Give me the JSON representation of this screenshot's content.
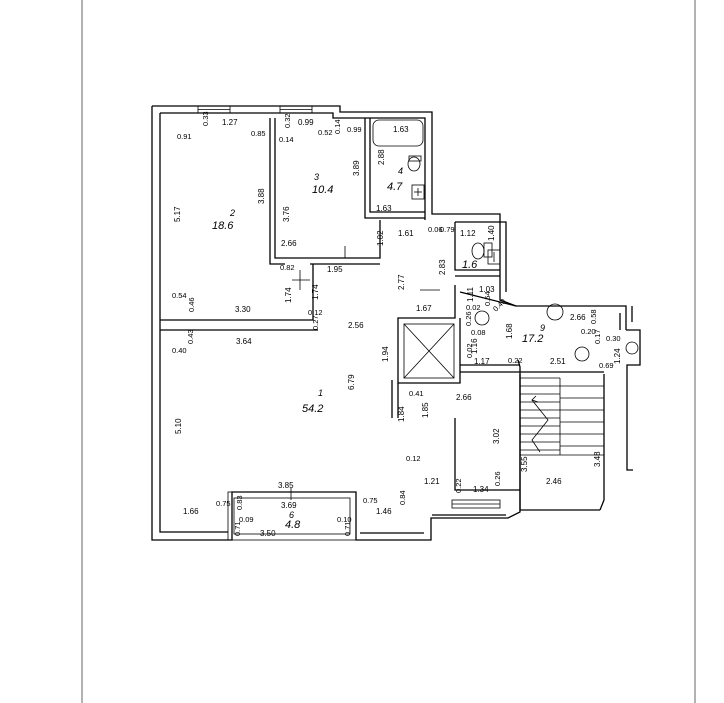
{
  "colors": {
    "background": "#ffffff",
    "line": "#000000",
    "frame": "#666666"
  },
  "rooms": [
    {
      "id": "room-2",
      "number": "2",
      "area": "18.6"
    },
    {
      "id": "room-3",
      "number": "3",
      "area": "10.4"
    },
    {
      "id": "room-4",
      "number": "4",
      "area": "4.7"
    },
    {
      "id": "room-5",
      "number": "",
      "area": "1.6"
    },
    {
      "id": "room-9",
      "number": "9",
      "area": "17.2"
    },
    {
      "id": "room-1",
      "number": "1",
      "area": "54.2"
    },
    {
      "id": "room-6",
      "number": "6",
      "area": "4.8"
    }
  ],
  "dimensions": [
    "0.91",
    "0.33",
    "1.27",
    "0.85",
    "0.32",
    "0.99",
    "0.14",
    "0.52",
    "0.14",
    "0.99",
    "1.63",
    "5.17",
    "3.88",
    "3.76",
    "3.89",
    "2.88",
    "2.66",
    "1.63",
    "1.02",
    "1.61",
    "0.06",
    "0.79",
    "1.12",
    "1.40",
    "0.82",
    "1.95",
    "2.77",
    "2.83",
    "1.03",
    "1.11",
    "0.54",
    "0.02",
    "0.43",
    "2.66",
    "0.58",
    "1.74",
    "1.74",
    "0.12",
    "0.27",
    "0.54",
    "0.46",
    "3.30",
    "1.67",
    "0.26",
    "0.08",
    "1.68",
    "0.20",
    "0.17",
    "0.30",
    "0.40",
    "0.43",
    "3.64",
    "2.56",
    "1.16",
    "0.02",
    "1.17",
    "0.22",
    "2.51",
    "0.69",
    "1.24",
    "1.94",
    "6.79",
    "0.41",
    "2.66",
    "1.84",
    "1.85",
    "3.02",
    "5.10",
    "0.12",
    "3.55",
    "3.48",
    "2.46",
    "1.21",
    "0.22",
    "1.34",
    "0.26",
    "3.85",
    "0.75",
    "0.83",
    "0.75",
    "0.84",
    "1.66",
    "3.69",
    "0.09",
    "0.10",
    "1.46",
    "0.71",
    "3.50",
    "0.71"
  ]
}
